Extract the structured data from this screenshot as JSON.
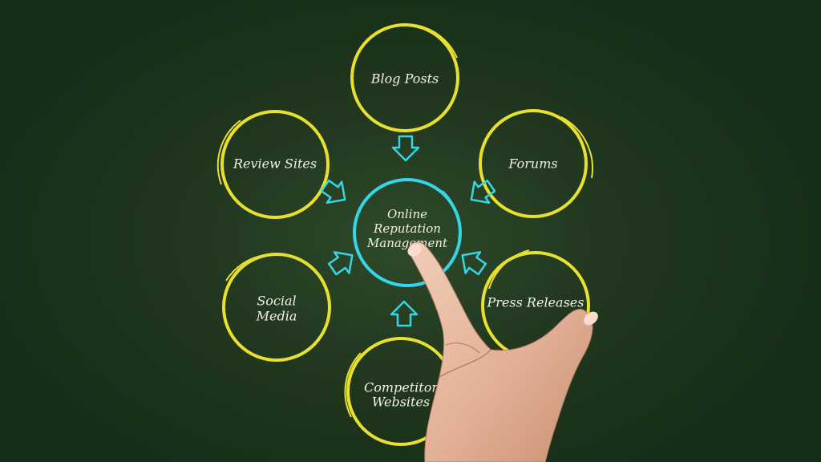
{
  "diagram": {
    "center": {
      "lines": [
        "Online",
        "Reputation",
        "Management"
      ],
      "color": "#35d6e6"
    },
    "nodes": [
      {
        "id": "blog-posts",
        "lines": [
          "Blog Posts"
        ]
      },
      {
        "id": "forums",
        "lines": [
          "Forums"
        ]
      },
      {
        "id": "press-releases",
        "lines": [
          "Press Releases"
        ]
      },
      {
        "id": "competitor-websites",
        "lines": [
          "Competitor",
          "Websites"
        ]
      },
      {
        "id": "social-media",
        "lines": [
          "Social",
          "Media"
        ]
      },
      {
        "id": "review-sites",
        "lines": [
          "Review Sites"
        ]
      }
    ],
    "node_color": "#e8e030",
    "arrow_color": "#35d6e6",
    "chalk_color": "#f4f1e6",
    "background_color": "#1f3a1f",
    "hand_icon": "pointing-hand-icon"
  }
}
